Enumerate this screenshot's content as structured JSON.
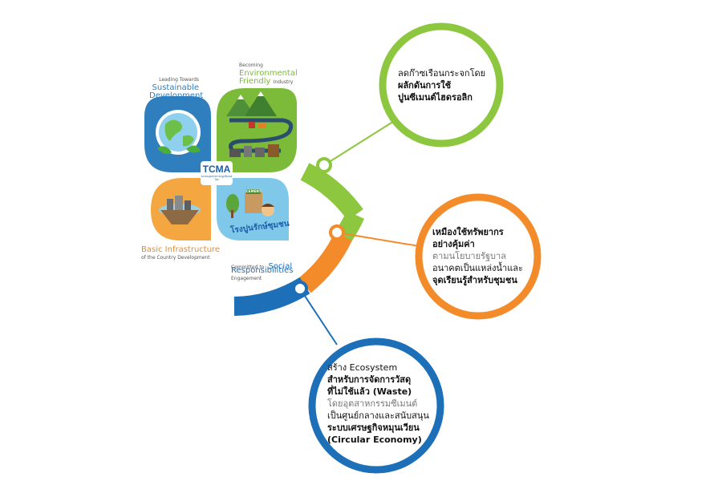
{
  "quadrants": {
    "sustainable": {
      "prefix": "Leading Towards",
      "title_line1": "Sustainable",
      "title_line2": "Development",
      "color": "#2f7fbf"
    },
    "environmental": {
      "prefix": "Becoming",
      "title_line1": "Environmental",
      "title_line2": "Friendly",
      "suffix": "Industry",
      "color": "#7cbb3a"
    },
    "infrastructure": {
      "title": "Basic Infrastructure",
      "subtitle": "of the Country Development",
      "color": "#f4a640"
    },
    "social": {
      "prefix": "Committed to",
      "title_line1": "Social",
      "title_line2": "Responsibilities",
      "suffix": "Engagement",
      "caption": "โรงปูนรักษ์ชุมชน",
      "box_label": "CEMENT",
      "color": "#7fc8ea"
    }
  },
  "center_logo": {
    "name": "TCMA",
    "sub": "สมาคมอุตสาหกรรมปูนซีเมนต์ไทย"
  },
  "arc_colors": {
    "green": "#8dc63f",
    "orange": "#f38b2a",
    "blue": "#1d70b8"
  },
  "bubbles": [
    {
      "color": "#8dc63f",
      "lines": [
        {
          "text": "ลดก๊าซเรือนกระจกโดย",
          "bold": false
        },
        {
          "text": "ผลักดันการใช้",
          "bold": true
        },
        {
          "text": "ปูนซีเมนต์ไฮดรอลิก",
          "bold": true
        }
      ]
    },
    {
      "color": "#f38b2a",
      "lines": [
        {
          "text": "เหมืองใช้ทรัพยากร",
          "bold": true
        },
        {
          "text": "อย่างคุ้มค่า",
          "bold": true
        },
        {
          "text": "ตามนโยบายรัฐบาล",
          "bold": false,
          "muted": true
        },
        {
          "text": "อนาคตเป็นแหล่งน้ำและ",
          "bold": false
        },
        {
          "text": "จุดเรียนรู้สำหรับชุมชน",
          "bold": true
        }
      ]
    },
    {
      "color": "#1d70b8",
      "lines": [
        {
          "text": "สร้าง Ecosystem",
          "bold": false
        },
        {
          "text": "สำหรับการจัดการวัสดุ",
          "bold": true
        },
        {
          "text": "ที่ไม่ใช้แล้ว (Waste)",
          "bold": true
        },
        {
          "text": "โดยอุตสาหกรรมซีเมนต์",
          "bold": false,
          "muted": true
        },
        {
          "text": "เป็นศูนย์กลางและสนับสนุน",
          "bold": false
        },
        {
          "text": "ระบบเศรษฐกิจหมุนเวียน",
          "bold": true
        },
        {
          "text": "(Circular Economy)",
          "bold": true
        }
      ]
    }
  ]
}
